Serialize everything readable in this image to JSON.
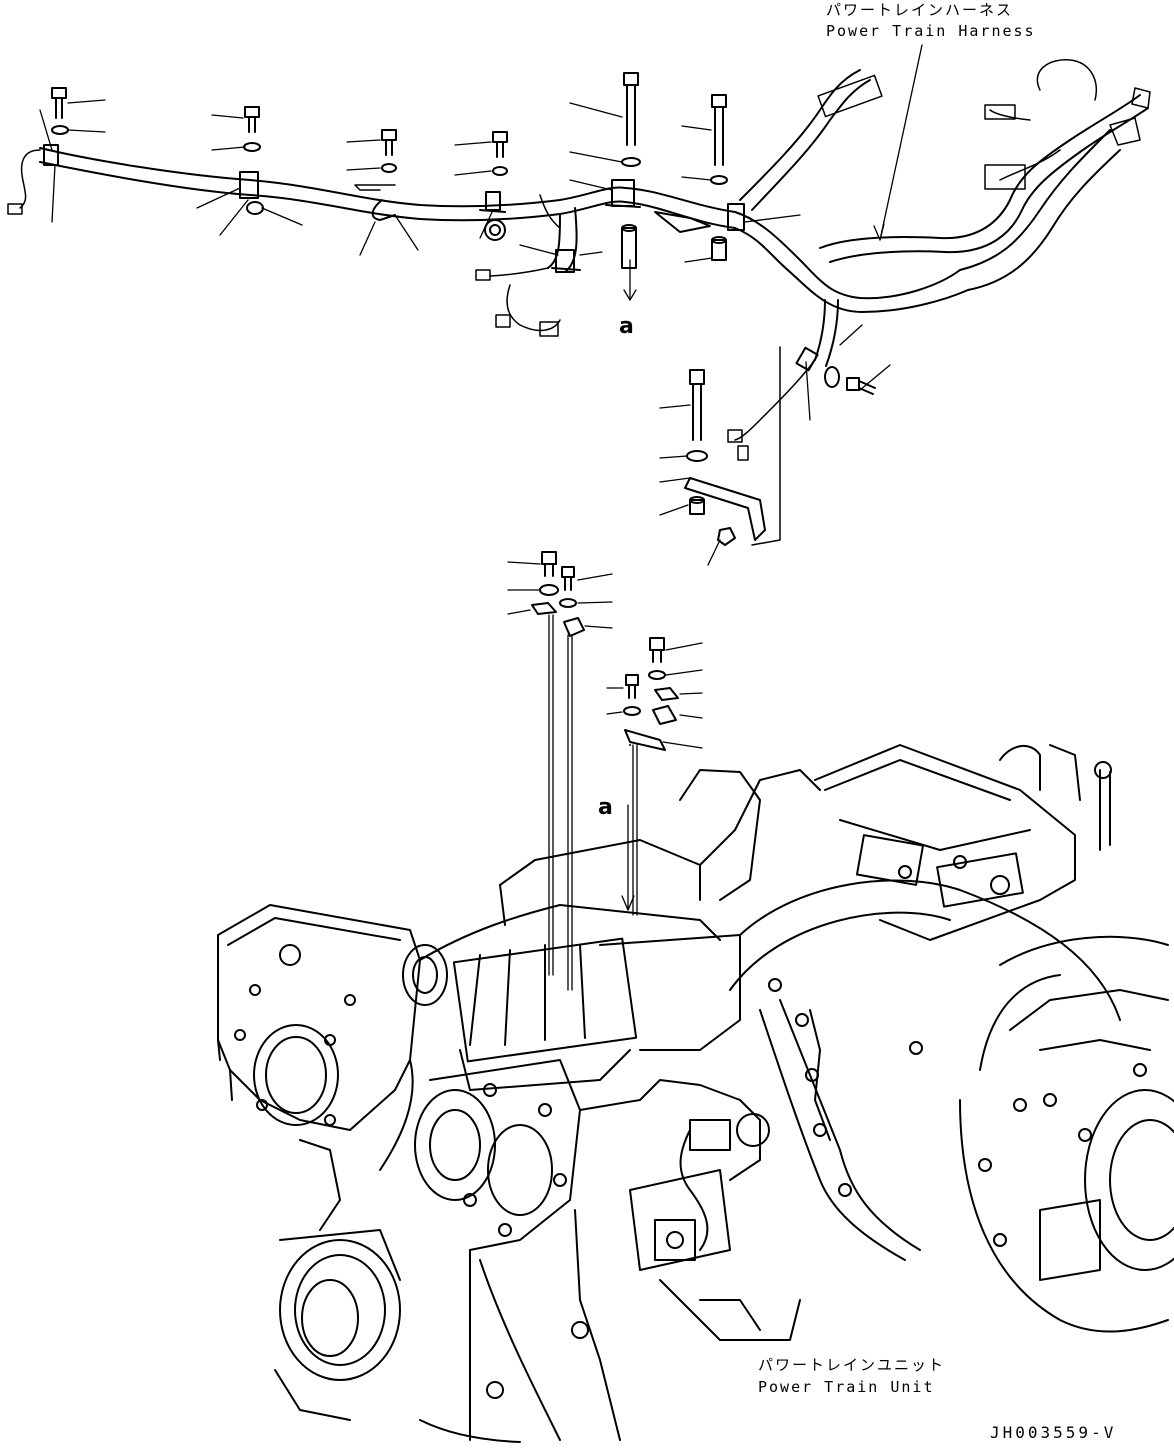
{
  "callouts": {
    "harness_jp": "パワートレインハーネス",
    "harness_en": "Power Train Harness",
    "unit_jp": "パワートレインユニット",
    "unit_en": "Power Train Unit"
  },
  "view_marker": "a",
  "drawing_code": "JH003559-V",
  "colors": {
    "line": "#000000",
    "background": "#ffffff"
  }
}
